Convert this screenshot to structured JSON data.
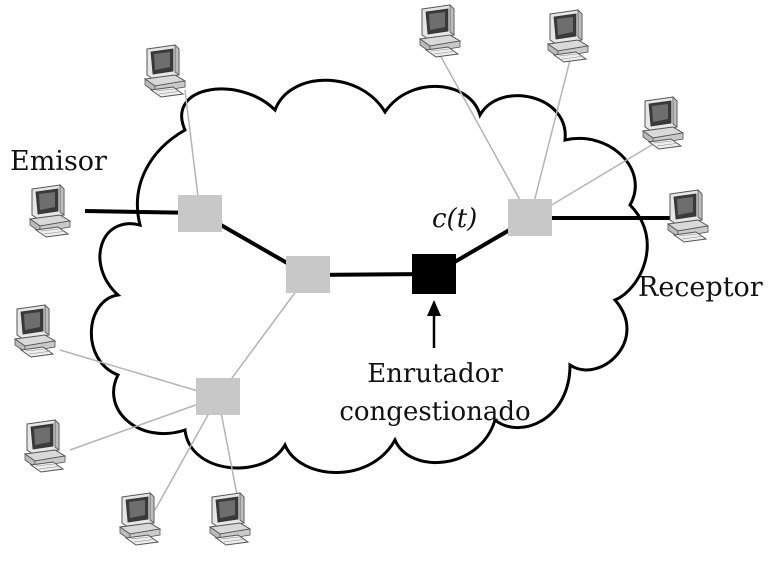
{
  "labels": {
    "sender": "Emisor",
    "receiver": "Receptor",
    "capacity": "c(t)",
    "router_line1": "Enrutador",
    "router_line2": "congestionado"
  },
  "colors": {
    "background": "#ffffff",
    "cloud_stroke": "#000000",
    "router_normal": "#c8c8c8",
    "router_congested": "#000000",
    "main_link": "#000000",
    "secondary_link": "#b4b4b4",
    "computer_body": "#d9d9d9",
    "computer_screen": "#3a3a3a"
  },
  "icons": {
    "computer": "desktop-computer-icon",
    "router": "router-square",
    "arrow": "arrow-up"
  }
}
